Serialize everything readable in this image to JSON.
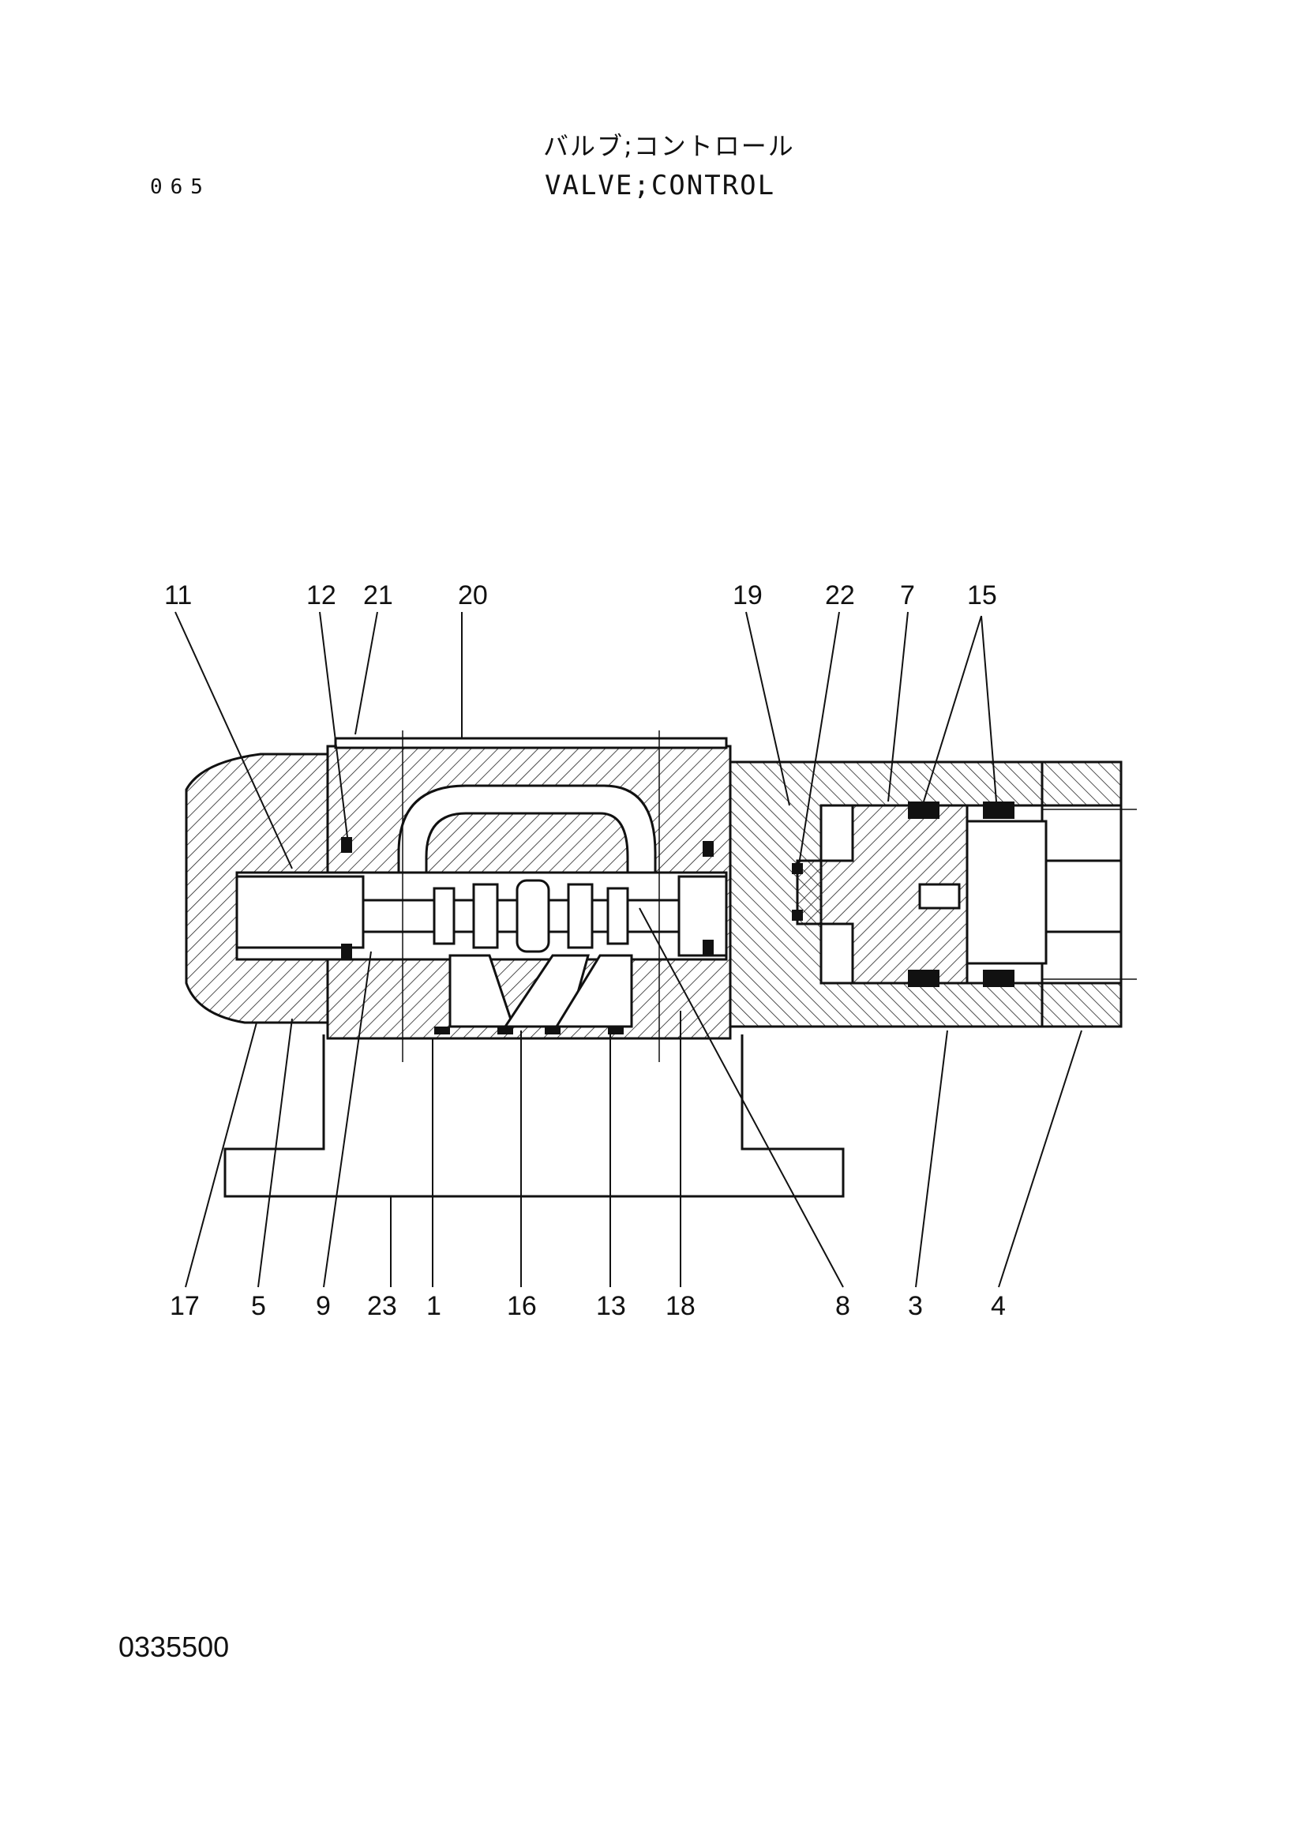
{
  "header": {
    "title_jp": "バルブ;コントロール",
    "title_en": "VALVE;CONTROL",
    "page_number": "065"
  },
  "footer": {
    "document_code": "0335500"
  },
  "diagram": {
    "callouts_top": [
      "11",
      "12",
      "21",
      "20",
      "19",
      "22",
      "7",
      "15"
    ],
    "callouts_bottom": [
      "17",
      "5",
      "9",
      "23",
      "1",
      "16",
      "13",
      "18",
      "8",
      "3",
      "4"
    ]
  }
}
